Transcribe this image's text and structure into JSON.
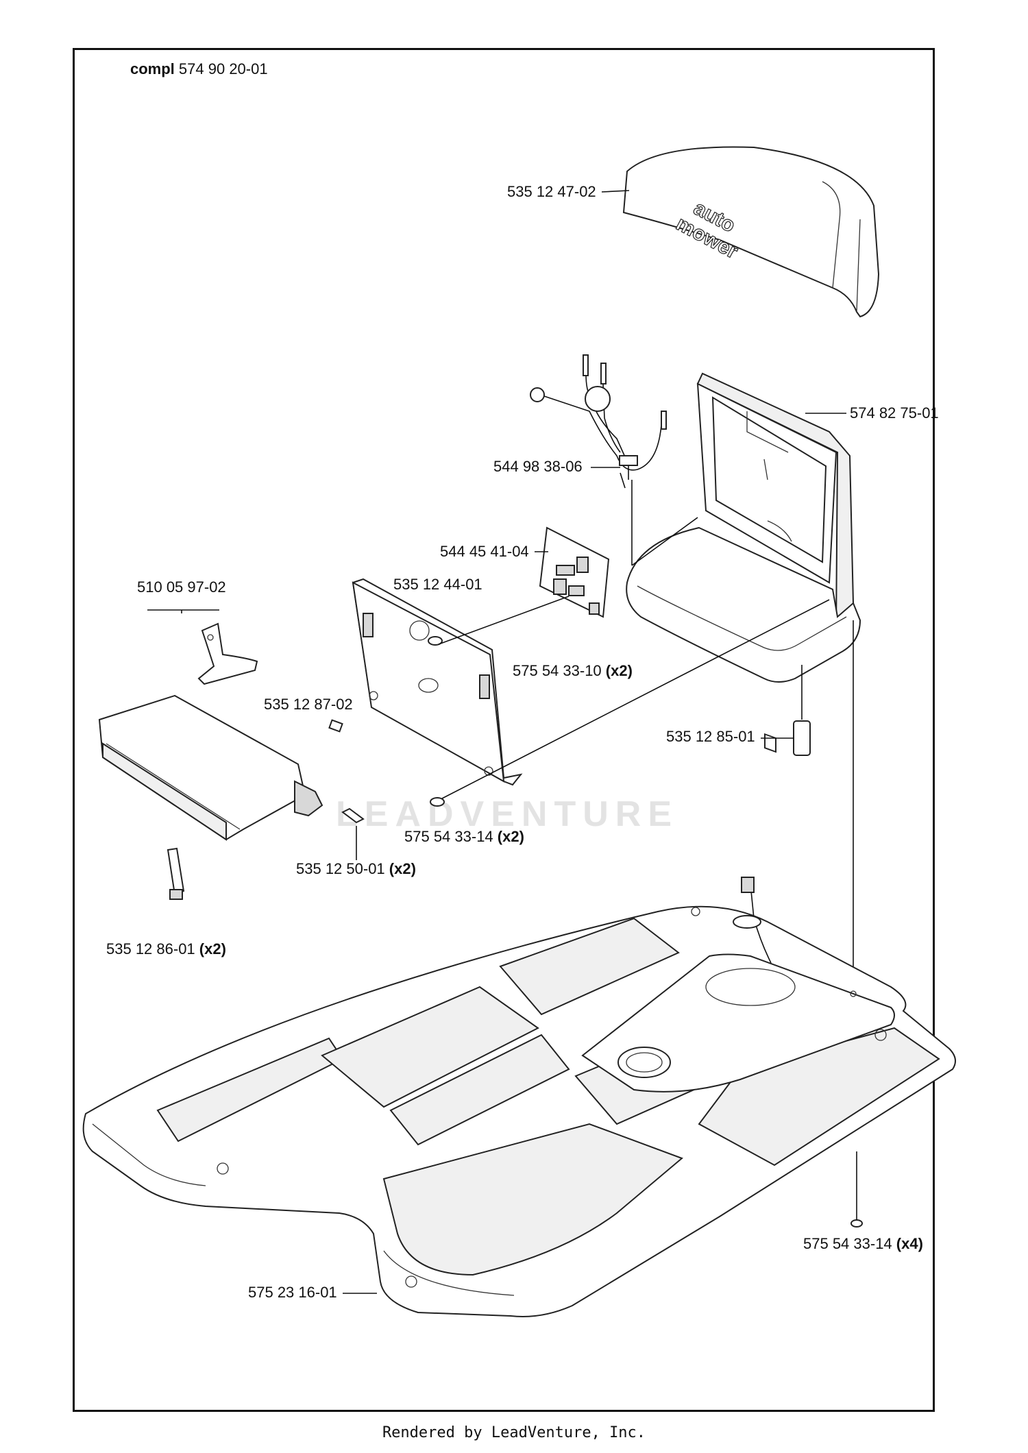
{
  "diagram": {
    "assembly": {
      "prefix": "compl",
      "number": "574 90 20-01"
    },
    "parts": [
      {
        "id": "p1",
        "number": "535 12 47-02",
        "qty": ""
      },
      {
        "id": "p2",
        "number": "574 82 75-01",
        "qty": ""
      },
      {
        "id": "p3",
        "number": "544 98 38-06",
        "qty": ""
      },
      {
        "id": "p4",
        "number": "544 45 41-04",
        "qty": ""
      },
      {
        "id": "p5",
        "number": "510 05 97-02",
        "qty": ""
      },
      {
        "id": "p6",
        "number": "535 12 44-01",
        "qty": ""
      },
      {
        "id": "p7",
        "number": "575 54 33-10",
        "qty": "(x2)"
      },
      {
        "id": "p8",
        "number": "535 12 87-02",
        "qty": ""
      },
      {
        "id": "p9",
        "number": "535 12 85-01",
        "qty": ""
      },
      {
        "id": "p10",
        "number": "575 54 33-14",
        "qty": "(x2)"
      },
      {
        "id": "p11",
        "number": "535 12 50-01",
        "qty": "(x2)"
      },
      {
        "id": "p12",
        "number": "535 12 86-01",
        "qty": "(x2)"
      },
      {
        "id": "p13",
        "number": "575 54 33-14",
        "qty": "(x4)"
      },
      {
        "id": "p14",
        "number": "575 23 16-01",
        "qty": ""
      }
    ],
    "cover_text": {
      "line1": "auto",
      "line2": "mower"
    },
    "watermark": "LEADVENTURE"
  },
  "footer": {
    "text": "Rendered by LeadVenture, Inc."
  }
}
